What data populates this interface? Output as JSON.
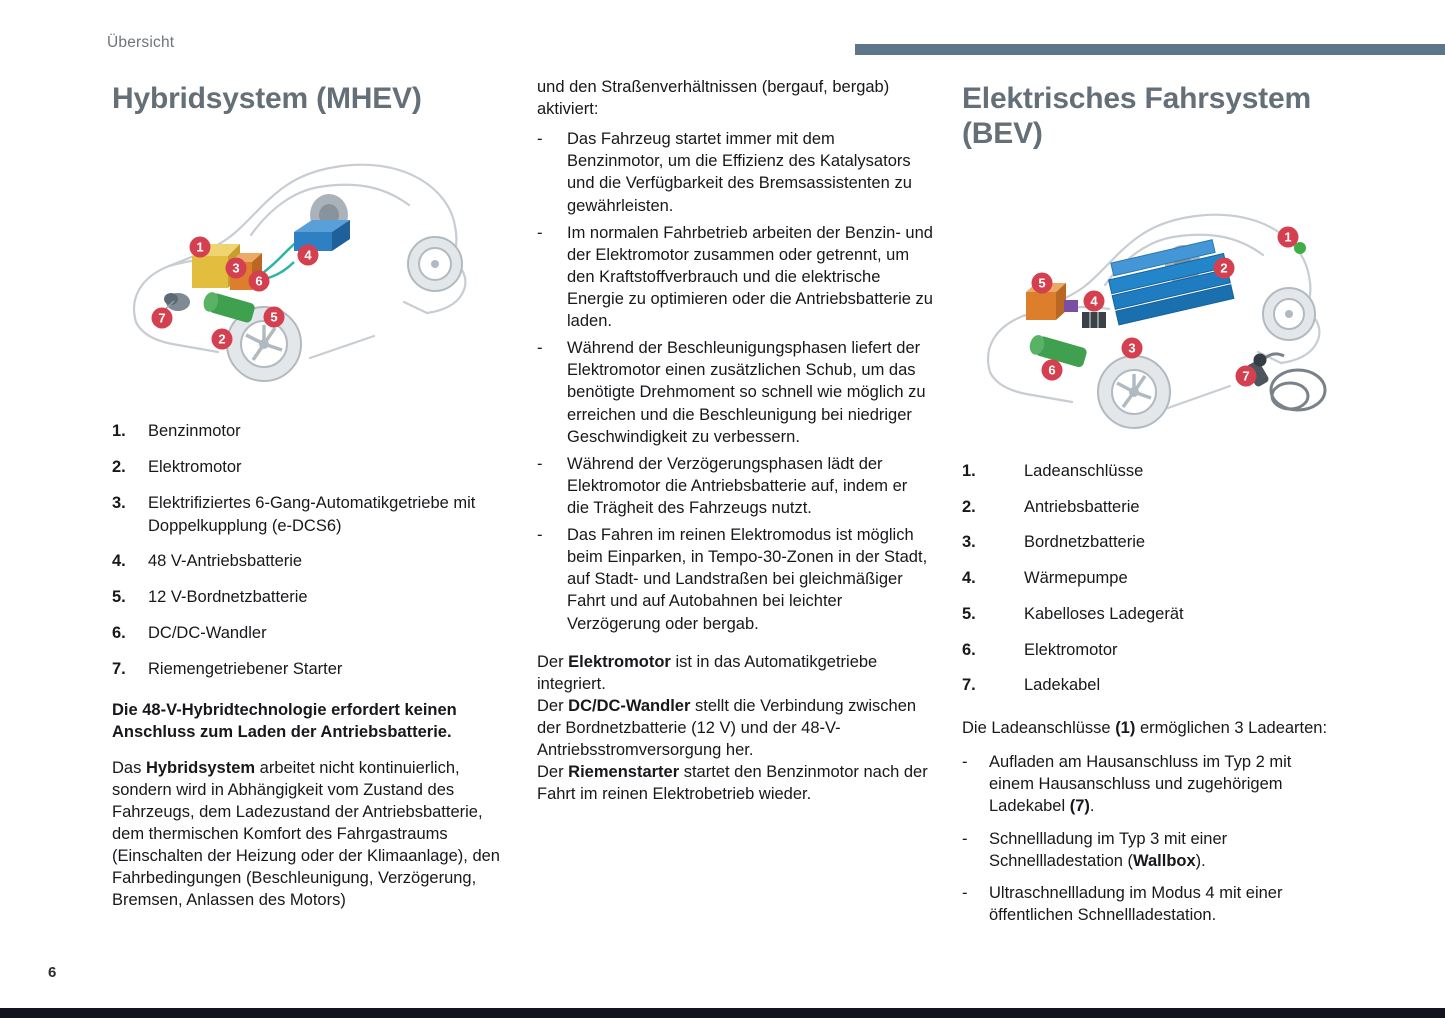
{
  "page": {
    "eyebrow": "Übersicht",
    "page_number": "6",
    "bullet_marker": "-"
  },
  "colors": {
    "accent_bar": "#5d7689",
    "footer_bar": "#12151f",
    "heading_gray": "#656f77",
    "callout_red": "#d4404f"
  },
  "left": {
    "title": "Hybridsystem (MHEV)",
    "callouts": [
      "1",
      "2",
      "3",
      "4",
      "5",
      "6",
      "7"
    ],
    "items": [
      {
        "num": "1.",
        "label": "Benzinmotor"
      },
      {
        "num": "2.",
        "label": "Elektromotor"
      },
      {
        "num": "3.",
        "label": "Elektrifiziertes 6-Gang-Automatikgetriebe mit Doppelkupplung (e-DCS6)"
      },
      {
        "num": "4.",
        "label": "48 V-Antriebsbatterie"
      },
      {
        "num": "5.",
        "label": "12 V-Bordnetzbatterie"
      },
      {
        "num": "6.",
        "label": "DC/DC-Wandler"
      },
      {
        "num": "7.",
        "label": "Riemengetriebener Starter"
      }
    ],
    "bold_note": "Die 48-V-Hybridtechnologie erfordert keinen Anschluss zum Laden der Antriebsbatterie.",
    "para": {
      "pre": "Das ",
      "bold": "Hybridsystem",
      "post": " arbeitet nicht kontinuierlich, sondern wird in Abhängigkeit vom Zustand des Fahrzeugs, dem Ladezustand der Antriebsbatterie, dem thermischen Komfort des Fahrgastraums (Einschalten der Heizung oder der Klimaanlage), den Fahrbedingungen (Beschleunigung, Verzögerung, Bremsen, Anlassen des Motors)"
    }
  },
  "middle": {
    "intro": "und den Straßenverhältnissen (bergauf, bergab) aktiviert:",
    "bullets": [
      "Das Fahrzeug startet immer mit dem Benzinmotor, um die Effizienz des Katalysators und die Verfügbarkeit des Bremsassistenten zu gewährleisten.",
      "Im normalen Fahrbetrieb arbeiten der Benzin- und der Elektromotor zusammen oder getrennt, um den Kraftstoffverbrauch und die elektrische Energie zu optimieren oder die Antriebsbatterie zu laden.",
      "Während der Beschleunigungsphasen liefert der Elektromotor einen zusätzlichen Schub, um das benötigte Drehmoment so schnell wie möglich zu erreichen und die Beschleunigung bei niedriger Geschwindigkeit zu verbessern.",
      "Während der Verzögerungsphasen lädt der Elektromotor die Antriebsbatterie auf, indem er die Trägheit des Fahrzeugs nutzt.",
      "Das Fahren im reinen Elektromodus ist möglich beim Einparken, in Tempo-30-Zonen in der Stadt, auf Stadt- und Landstraßen bei gleichmäßiger Fahrt und auf Autobahnen bei leichter Verzögerung oder bergab."
    ],
    "paras": [
      {
        "pre": "Der ",
        "bold": "Elektromotor",
        "post": " ist in das Automatikgetriebe integriert."
      },
      {
        "pre": "Der ",
        "bold": "DC/DC-Wandler",
        "post": " stellt die Verbindung zwischen der Bordnetzbatterie (12 V) und der 48-V-Antriebsstromversorgung her."
      },
      {
        "pre": "Der ",
        "bold": "Riemenstarter",
        "post": " startet den Benzinmotor nach der Fahrt im reinen Elektrobetrieb wieder."
      }
    ]
  },
  "right": {
    "title": "Elektrisches Fahrsystem (BEV)",
    "callouts": [
      "1",
      "2",
      "3",
      "4",
      "5",
      "6",
      "7"
    ],
    "items": [
      {
        "num": "1.",
        "label": "Ladeanschlüsse"
      },
      {
        "num": "2.",
        "label": "Antriebsbatterie"
      },
      {
        "num": "3.",
        "label": "Bordnetzbatterie"
      },
      {
        "num": "4.",
        "label": "Wärmepumpe"
      },
      {
        "num": "5.",
        "label": "Kabelloses Ladegerät"
      },
      {
        "num": "6.",
        "label": "Elektromotor"
      },
      {
        "num": "7.",
        "label": "Ladekabel"
      }
    ],
    "intro": {
      "pre": "Die Ladeanschlüsse ",
      "bold": "(1)",
      "post": " ermöglichen 3 Ladearten:"
    },
    "bullets": [
      {
        "pre": "Aufladen am Hausanschluss im Typ 2 mit einem Hausanschluss und zugehörigem Ladekabel ",
        "bold": "(7)",
        "post": "."
      },
      {
        "pre": "Schnellladung im Typ 3 mit einer Schnellladestation (",
        "bold": "Wallbox",
        "post": ")."
      },
      {
        "pre": "Ultraschnellladung im Modus 4 mit einer öffentlichen Schnellladestation.",
        "bold": "",
        "post": ""
      }
    ]
  }
}
